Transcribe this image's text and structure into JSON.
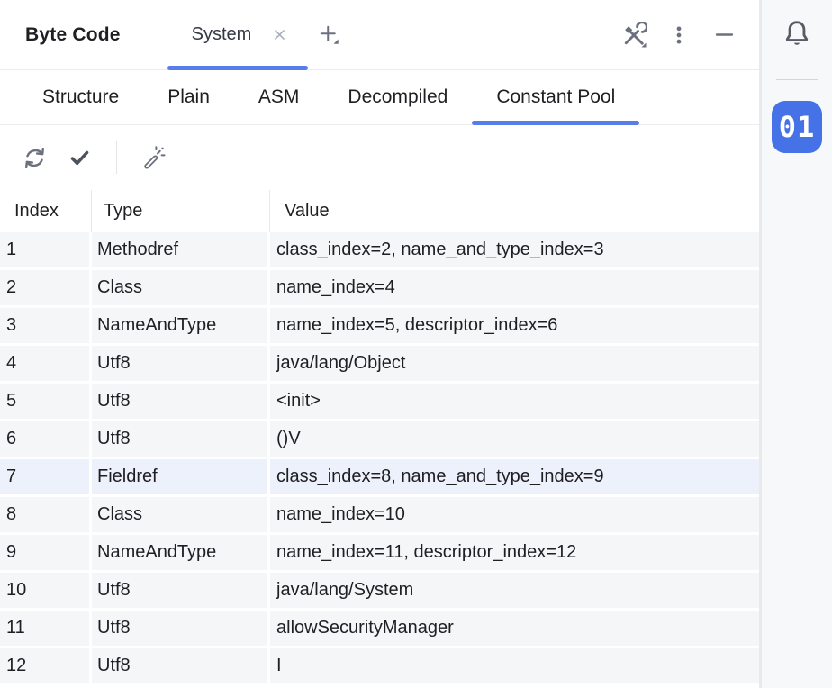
{
  "tool_window": {
    "title": "Byte Code"
  },
  "editor_tabs": {
    "tabs": [
      {
        "label": "System",
        "active": true,
        "closable": true
      }
    ],
    "add_button": "new-tab"
  },
  "header_icons": [
    "build-icon",
    "kebab-menu-icon",
    "minimize-icon"
  ],
  "view_tabs": {
    "items": [
      "Structure",
      "Plain",
      "ASM",
      "Decompiled",
      "Constant Pool"
    ],
    "active": "Constant Pool"
  },
  "toolbar_icons": [
    "refresh-icon",
    "validate-icon",
    "magic-wand-icon"
  ],
  "table": {
    "columns": [
      "Index",
      "Type",
      "Value"
    ],
    "selected_row_index": "7",
    "rows": [
      [
        "1",
        "Methodref",
        "class_index=2, name_and_type_index=3"
      ],
      [
        "2",
        "Class",
        "name_index=4"
      ],
      [
        "3",
        "NameAndType",
        "name_index=5, descriptor_index=6"
      ],
      [
        "4",
        "Utf8",
        "java/lang/Object"
      ],
      [
        "5",
        "Utf8",
        "<init>"
      ],
      [
        "6",
        "Utf8",
        "()V"
      ],
      [
        "7",
        "Fieldref",
        "class_index=8, name_and_type_index=9"
      ],
      [
        "8",
        "Class",
        "name_index=10"
      ],
      [
        "9",
        "NameAndType",
        "name_index=11, descriptor_index=12"
      ],
      [
        "10",
        "Utf8",
        "java/lang/System"
      ],
      [
        "11",
        "Utf8",
        "allowSecurityManager"
      ],
      [
        "12",
        "Utf8",
        "I"
      ]
    ]
  },
  "stripe": {
    "icons": [
      "bell-icon"
    ],
    "badge_label": "01"
  },
  "colors": {
    "accent": "#587ce8",
    "badge_bg": "#4573e7",
    "row_bg": "#f5f6f8",
    "selected_row_bg": "#edf1fb",
    "border": "#ebecf0",
    "icon": "#6c707e",
    "text": "#1e1f22"
  }
}
